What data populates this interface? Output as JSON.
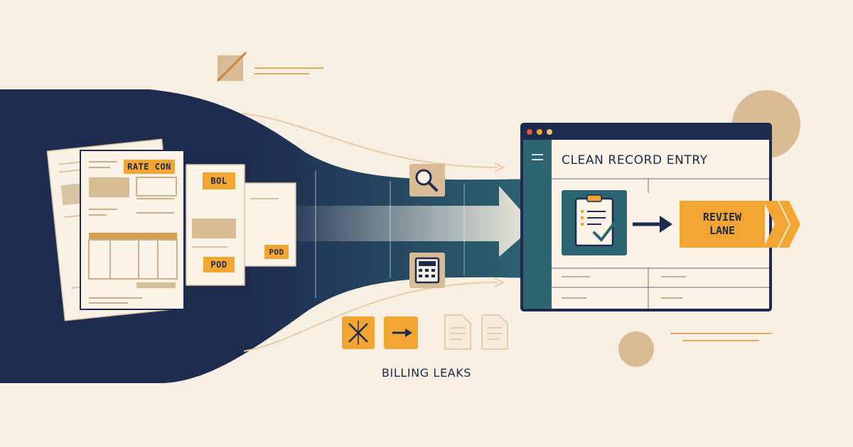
{
  "documents": {
    "rate_con_label": "RATE CON",
    "bol_label": "BOL",
    "pod_label": "POD",
    "pod_label_2": "POD"
  },
  "record_window": {
    "title": "CLEAN RECORD ENTRY",
    "review_lane_label": "REVIEW\nLANE"
  },
  "billing_leaks": {
    "label": "BILLING LEAKS"
  },
  "icons": {
    "search": "magnifier-icon",
    "calculator": "calculator-icon",
    "checklist": "clipboard-check-icon",
    "cross": "cross-arrows-icon",
    "arrow": "arrow-right-icon",
    "ghost_docs": "document-icon"
  },
  "colors": {
    "background": "#f7efe2",
    "navy": "#1e2a4e",
    "teal": "#2d6472",
    "amber": "#f2a531",
    "tan": "#d8bc96"
  }
}
